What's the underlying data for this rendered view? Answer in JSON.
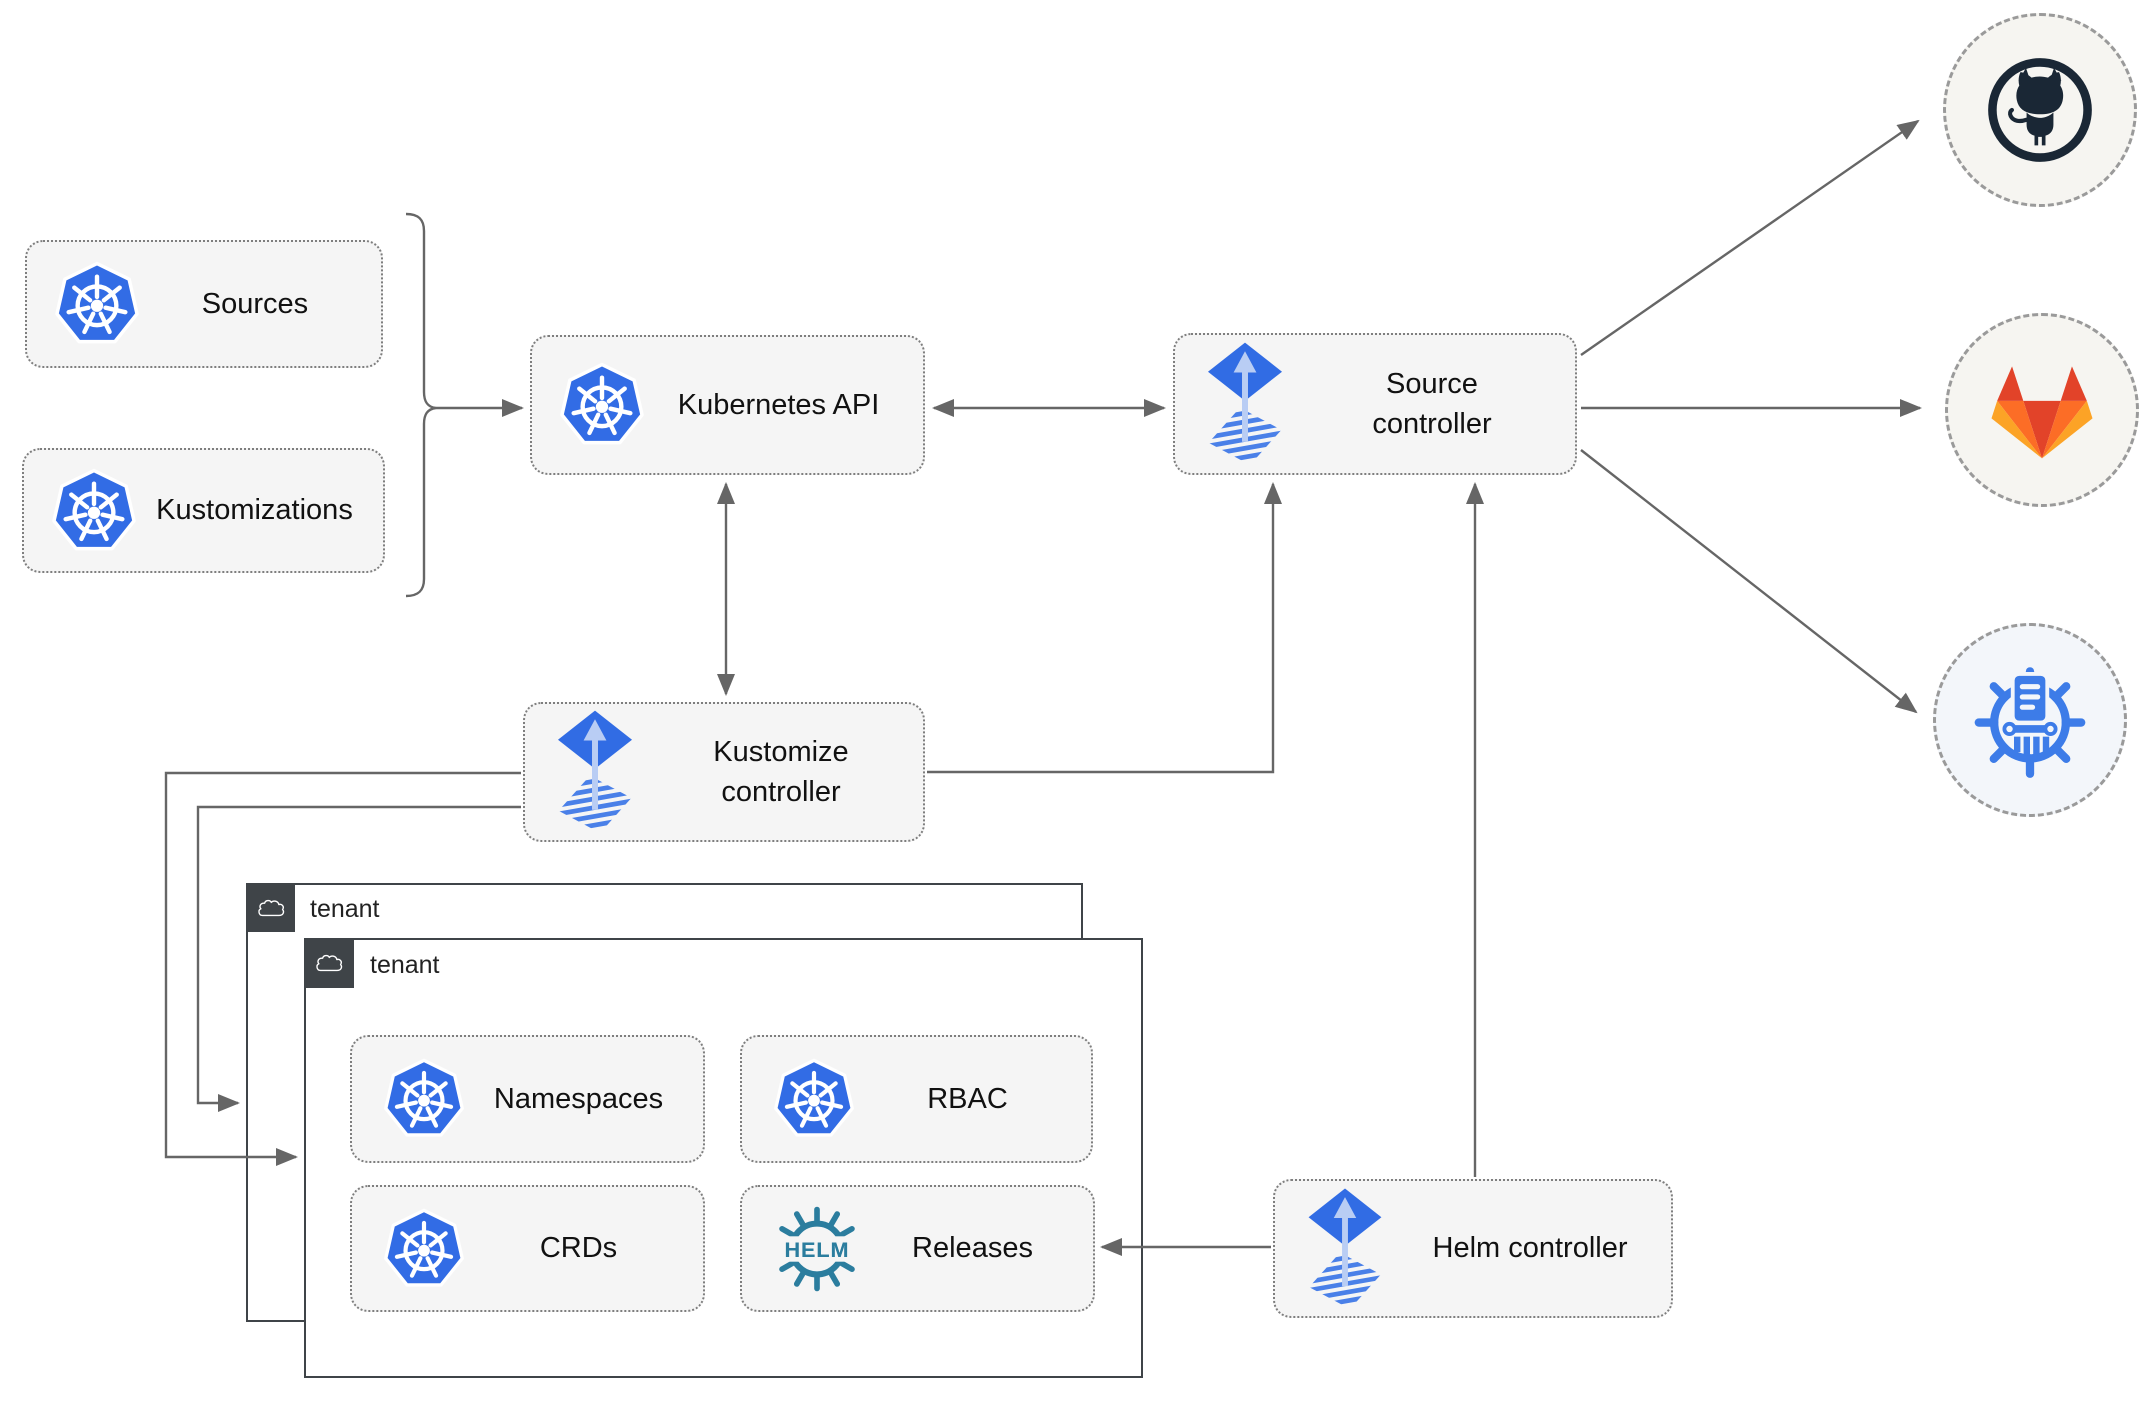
{
  "nodes": {
    "sources": {
      "label": "Sources"
    },
    "kustomizations": {
      "label": "Kustomizations"
    },
    "kubernetes_api": {
      "label": "Kubernetes API"
    },
    "source_controller": {
      "label": "Source controller"
    },
    "kustomize_controller": {
      "label": "Kustomize controller"
    },
    "helm_controller": {
      "label": "Helm controller"
    },
    "tenant_back": {
      "label": "tenant"
    },
    "tenant_front": {
      "label": "tenant"
    },
    "namespaces": {
      "label": "Namespaces"
    },
    "rbac": {
      "label": "RBAC"
    },
    "crds": {
      "label": "CRDs"
    },
    "releases": {
      "label": "Releases"
    }
  },
  "icons": {
    "kubernetes": "kubernetes-wheel",
    "flux": "flux-diamond-arrow",
    "helm_wheel": "helm-ship-wheel",
    "helm_wheel_text": "HELM",
    "cloud": "cloud",
    "github": "github-octocat",
    "gitlab": "gitlab-tanuki",
    "chartmuseum": "museum-ship-wheel"
  },
  "colors": {
    "kubernetes_blue": "#326ce5",
    "flux_blue": "#316ce4",
    "flux_light_arrow": "#b9cdf4",
    "flux_stripe": "#4a80e8",
    "helm_teal": "#2b7d9e",
    "github_dark": "#1a2735",
    "gitlab_red": "#e24329",
    "gitlab_orange": "#fc6d26",
    "gitlab_light": "#fca326",
    "chartmuseum_blue": "#3d7ce8",
    "arrow_gray": "#666666",
    "node_fill": "#f5f5f5",
    "tenant_border": "#3f4448"
  }
}
